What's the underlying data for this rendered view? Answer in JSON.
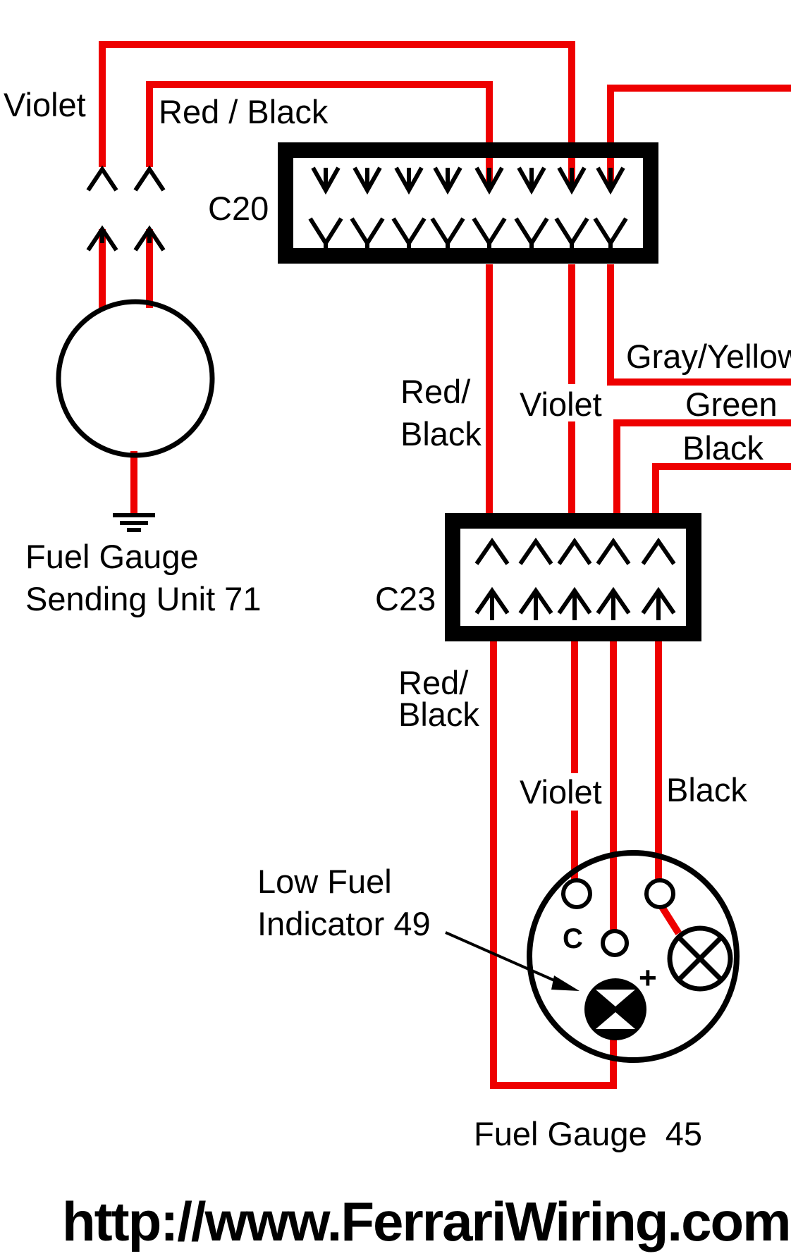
{
  "labels": {
    "violet_top": "Violet",
    "red_black_top": "Red / Black",
    "c20": "C20",
    "gray_yellow": "Gray/Yellow",
    "red_black_mid_1": "Red/",
    "red_black_mid_2": "Black",
    "violet_mid": "Violet",
    "green": "Green",
    "black_mid": "Black",
    "sending_unit_1": "Fuel Gauge",
    "sending_unit_2": "Sending Unit 71",
    "c23": "C23",
    "red_black_low_1": "Red/",
    "red_black_low_2": "Black",
    "violet_low": "Violet",
    "black_low": "Black",
    "low_fuel_1": "Low Fuel",
    "low_fuel_2": "Indicator 49",
    "gauge_terminal_c": "C",
    "gauge_terminal_plus": "+",
    "fuel_gauge": "Fuel Gauge  45",
    "website": "http://www.FerrariWiring.com"
  },
  "colors": {
    "wire": "#ee0000",
    "ink": "#000000",
    "background": "#ffffff"
  }
}
